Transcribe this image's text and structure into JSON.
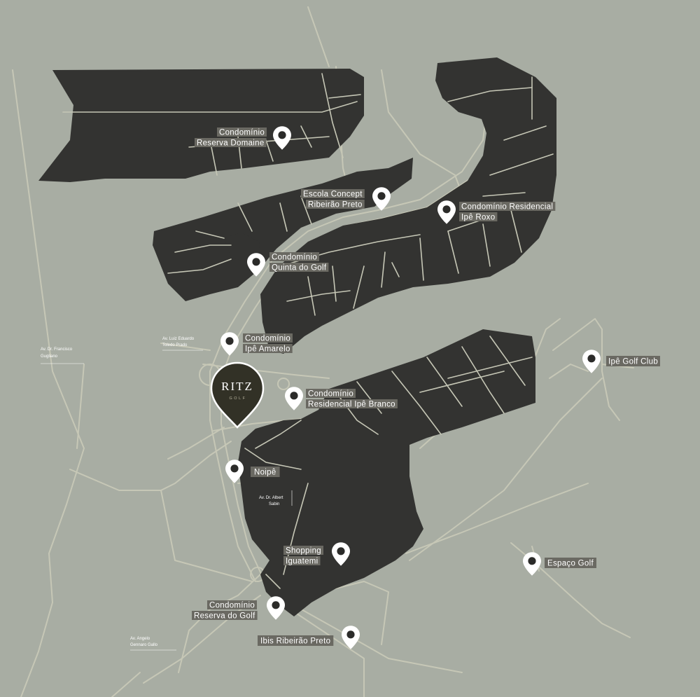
{
  "brand": {
    "name": "RITZ",
    "sub": "GOLF"
  },
  "places": {
    "reserva_domaine": [
      "Condomínio",
      "Reserva Domaine"
    ],
    "escola_concept": [
      "Escola Concept",
      "Ribeirão Preto"
    ],
    "ipe_roxo": [
      "Condomínio Residencial",
      "Ipê Roxo"
    ],
    "quinta_golf": [
      "Condomínio",
      "Quinta do Golf"
    ],
    "ipe_amarelo": [
      "Condomínio",
      "Ipê Amarelo"
    ],
    "ipe_branco": [
      "Condomínio",
      "Residencial Ipê Branco"
    ],
    "ipe_golf_club": [
      "Ipê Golf Club"
    ],
    "noipe": [
      "Noipê"
    ],
    "shopping": [
      "Shopping",
      "Iguatemi"
    ],
    "espaco_golf": [
      "Espaço Golf"
    ],
    "reserva_golf": [
      "Condomínio",
      "Reserva do Golf"
    ],
    "ibis": [
      "Ibis Ribeirão Preto"
    ]
  },
  "streets": {
    "francisco": [
      "Av. Dr. Francisco",
      "Gugliano"
    ],
    "luiz": [
      "Av. Luiz Eduardo",
      "Toledo Prado"
    ],
    "albert": [
      "Av. Dr. Albert",
      "Sabin"
    ],
    "angelo": [
      "Av. Angelo",
      "Gennaro Gallo"
    ]
  },
  "colors": {
    "background": "#a8ada3",
    "blocks": "#333331",
    "roads": "#c6c7b6",
    "label_box": "#6a6962",
    "label_text": "#ffffff",
    "pin": "#ffffff",
    "pin_inner": "#2b2b29",
    "logo_pin": "#323126"
  }
}
